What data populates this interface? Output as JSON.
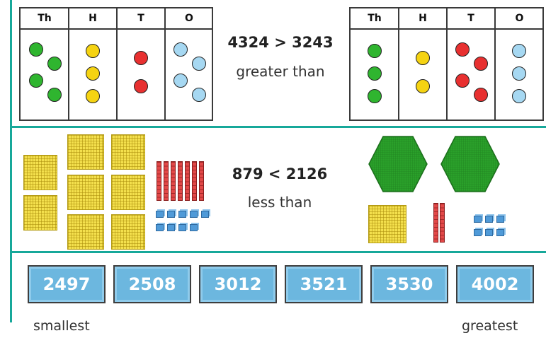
{
  "section1": {
    "left_table": {
      "columns": [
        "Th",
        "H",
        "T",
        "O"
      ],
      "counters": {
        "Th": 4,
        "H": 3,
        "T": 2,
        "O": 4
      }
    },
    "comparison": {
      "expression": "4324 > 3243",
      "words": "greater than"
    },
    "right_table": {
      "columns": [
        "Th",
        "H",
        "T",
        "O"
      ],
      "counters": {
        "Th": 3,
        "H": 2,
        "T": 4,
        "O": 3
      }
    }
  },
  "section2": {
    "left_blocks": {
      "thousands": 0,
      "hundreds": 8,
      "tens": 7,
      "ones": 9
    },
    "comparison": {
      "expression": "879 < 2126",
      "words": "less than"
    },
    "right_blocks": {
      "thousands": 2,
      "hundreds": 1,
      "tens": 2,
      "ones": 6
    }
  },
  "section3": {
    "numbers": [
      "2497",
      "2508",
      "3012",
      "3521",
      "3530",
      "4002"
    ],
    "smallest_label": "smallest",
    "greatest_label": "greatest"
  },
  "colors": {
    "frame": "#17a89a",
    "thousands_counter": "#2fb52f",
    "hundreds_counter": "#f5d312",
    "tens_counter": "#e83030",
    "ones_counter": "#a6d8f2",
    "number_box": "#6cb7df",
    "flat": "#f4e04d",
    "rod": "#e24848",
    "cube": "#4f9ad8",
    "hexagon": "#2aa02a"
  }
}
